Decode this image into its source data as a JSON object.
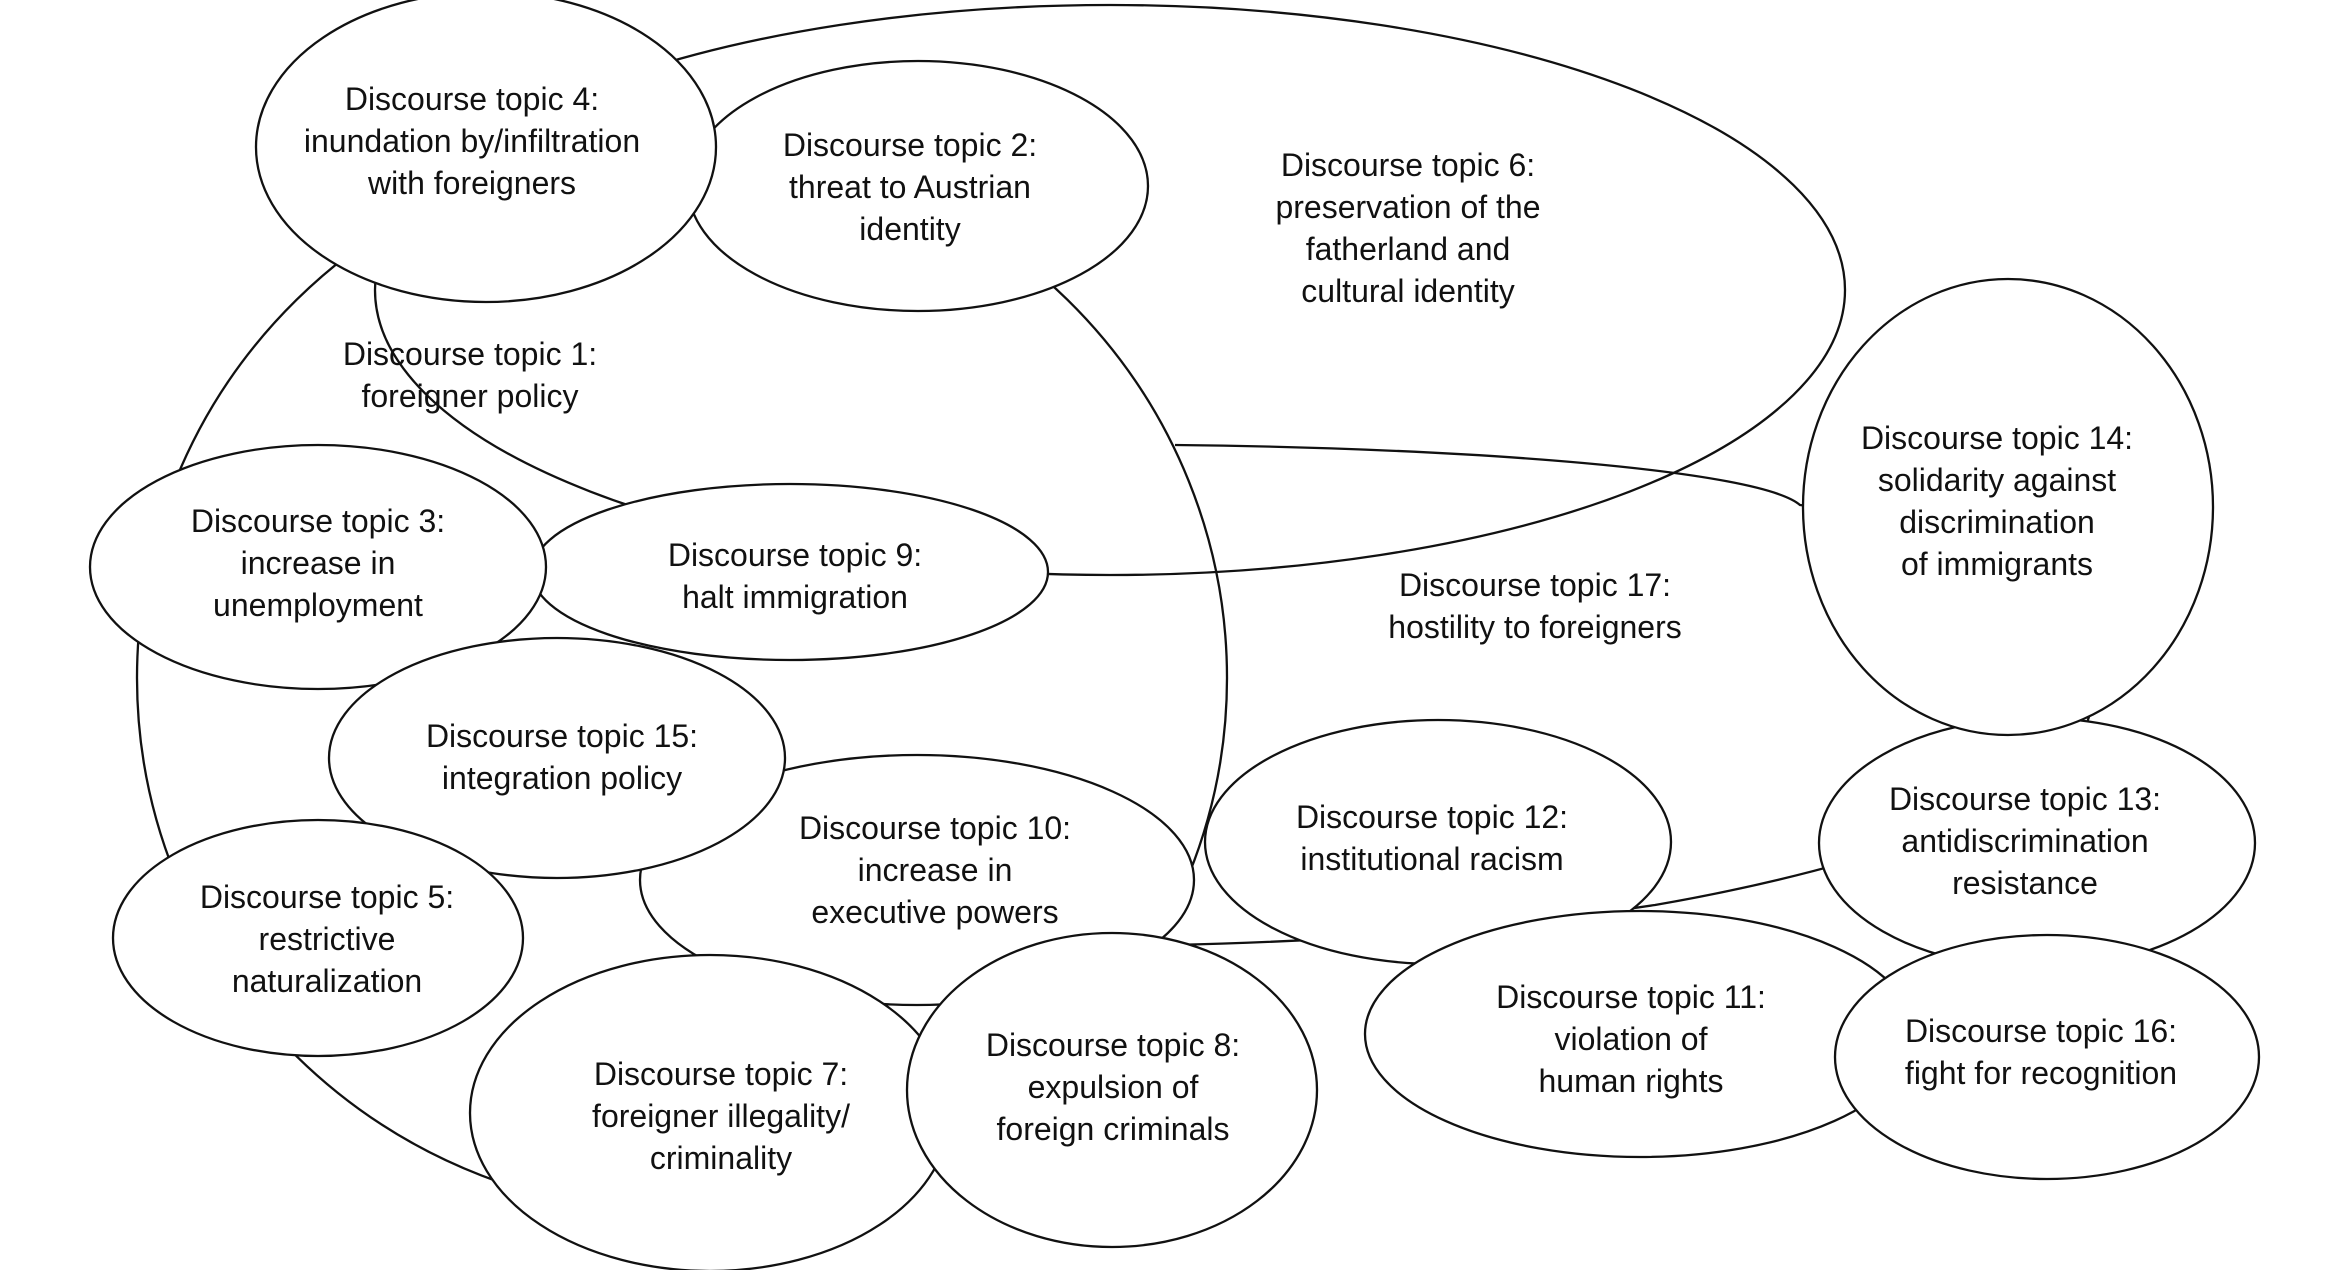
{
  "topics": {
    "t1": {
      "lines": [
        "Discourse topic 1:",
        "foreigner policy"
      ]
    },
    "t2": {
      "lines": [
        "Discourse topic 2:",
        "threat to Austrian",
        "identity"
      ]
    },
    "t3": {
      "lines": [
        "Discourse topic 3:",
        "increase in",
        "unemployment"
      ]
    },
    "t4": {
      "lines": [
        "Discourse topic 4:",
        "inundation by/infiltration",
        "with foreigners"
      ]
    },
    "t5": {
      "lines": [
        "Discourse topic 5:",
        "restrictive",
        "naturalization"
      ]
    },
    "t6": {
      "lines": [
        "Discourse topic 6:",
        "preservation of the",
        "fatherland and",
        "cultural identity"
      ]
    },
    "t7": {
      "lines": [
        "Discourse topic 7:",
        "foreigner illegality/",
        "criminality"
      ]
    },
    "t8": {
      "lines": [
        "Discourse topic 8:",
        "expulsion of",
        "foreign criminals"
      ]
    },
    "t9": {
      "lines": [
        "Discourse topic 9:",
        "halt immigration"
      ]
    },
    "t10": {
      "lines": [
        "Discourse topic 10:",
        "increase in",
        "executive powers"
      ]
    },
    "t11": {
      "lines": [
        "Discourse topic 11:",
        "violation of",
        "human rights"
      ]
    },
    "t12": {
      "lines": [
        "Discourse topic 12:",
        "institutional racism"
      ]
    },
    "t13": {
      "lines": [
        "Discourse topic 13:",
        "antidiscrimination",
        "resistance"
      ]
    },
    "t14": {
      "lines": [
        "Discourse topic 14:",
        "solidarity against",
        "discrimination",
        "of immigrants"
      ]
    },
    "t15": {
      "lines": [
        "Discourse topic 15:",
        "integration policy"
      ]
    },
    "t16": {
      "lines": [
        "Discourse topic 16:",
        "fight for recognition"
      ]
    },
    "t17": {
      "lines": [
        "Discourse topic 17:",
        "hostility to foreigners"
      ]
    }
  }
}
